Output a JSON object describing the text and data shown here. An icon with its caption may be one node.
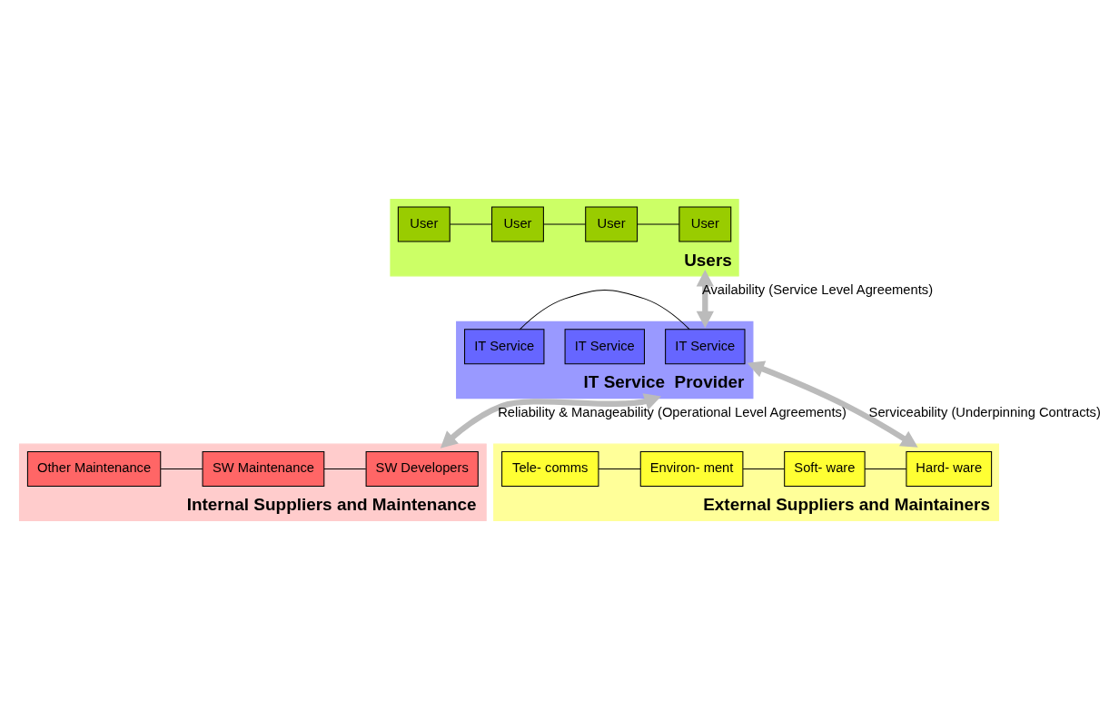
{
  "diagram": {
    "nodes": [
      {
        "text": [
          "Users"
        ]
      },
      {
        "text": [
          "User"
        ],
        "in": 0
      },
      {
        "text": [
          "User"
        ],
        "in": 0
      },
      {
        "text": [
          "User"
        ],
        "in": 0
      },
      {
        "text": [
          "User"
        ],
        "in": 0
      },
      {
        "text": [
          "IT Service  Provider"
        ]
      },
      {
        "text": [
          "IT Service"
        ],
        "in": 5
      },
      {
        "text": [
          "IT Service"
        ],
        "in": 5
      },
      {
        "text": [
          "IT Service"
        ],
        "in": 5
      },
      {
        "text": [
          "Internal Suppliers and Maintenance"
        ]
      },
      {
        "text": [
          "SW Developers"
        ],
        "in": 9
      },
      {
        "text": [
          "SW Maintenance"
        ],
        "in": 9
      },
      {
        "text": [
          "Other Maintenance"
        ],
        "in": 9
      },
      {
        "text": [
          "External Suppliers and Maintainers"
        ]
      },
      {
        "text": [
          "Hard- ware"
        ],
        "in": 13
      },
      {
        "text": [
          "Soft- ware"
        ],
        "in": 13
      },
      {
        "text": [
          "Environ- ment"
        ],
        "in": 13
      },
      {
        "text": [
          "Tele- comms"
        ],
        "in": 13
      }
    ],
    "edges": [
      {
        "from": 1,
        "to": 2,
        "arrow": "none"
      },
      {
        "from": 2,
        "to": 3,
        "arrow": "none"
      },
      {
        "from": 3,
        "to": 4,
        "arrow": "none"
      },
      {
        "from": 6,
        "to": 8,
        "arrow": "none"
      },
      {
        "from": 10,
        "to": 11,
        "arrow": "none"
      },
      {
        "from": 11,
        "to": 12,
        "arrow": "none"
      },
      {
        "from": 14,
        "to": 15,
        "arrow": "none"
      },
      {
        "from": 15,
        "to": 16,
        "arrow": "none"
      },
      {
        "from": 16,
        "to": 17,
        "arrow": "none"
      },
      {
        "from": 0,
        "to": 5,
        "arrow": "both",
        "label": "Availability (Service Level Agreements)",
        "style": "thick",
        "color": "#bbbbbb"
      },
      {
        "from": 5,
        "to": 9,
        "arrow": "both",
        "label": "Reliability & Manageability (Operational Level Agreements)",
        "style": "thick",
        "color": "#bbbbbb"
      },
      {
        "from": 5,
        "to": 13,
        "arrow": "both",
        "label": "Serviceability (Underpinning Contracts)",
        "style": "thick",
        "color": "#bbbbbb"
      }
    ]
  }
}
